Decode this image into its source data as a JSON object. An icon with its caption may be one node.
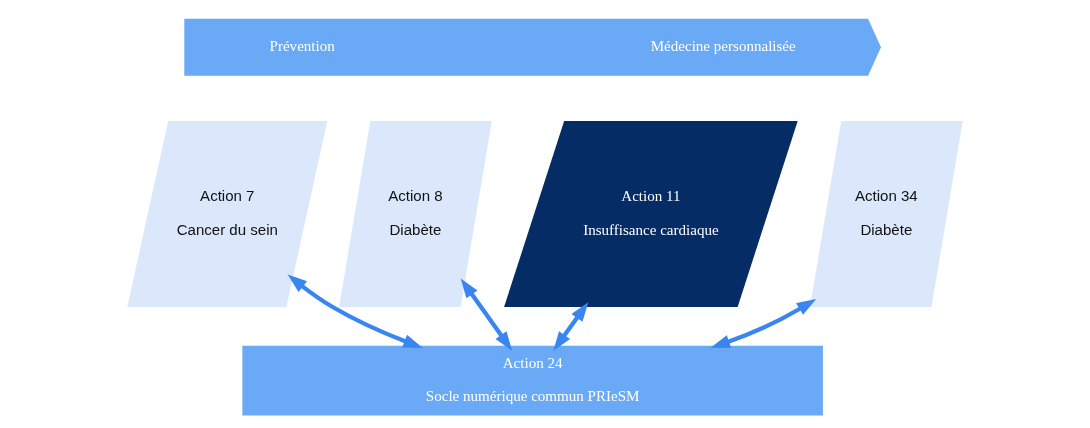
{
  "diagram": {
    "nodes": [
      {
        "text": [
          "Prévention",
          "Médecine personnalisée"
        ]
      },
      {
        "text": [
          "Action 7",
          "Cancer du sein"
        ]
      },
      {
        "text": [
          "Action 8",
          "Diabète"
        ]
      },
      {
        "text": [
          "Action 11",
          "Insuffisance cardiaque"
        ]
      },
      {
        "text": [
          "Action 34",
          "Diabète"
        ]
      },
      {
        "text": [
          "Action 24",
          "Socle numérique commun PRIeSM"
        ]
      }
    ],
    "edges": [
      {
        "from": 1,
        "to": 5,
        "arrow": "both"
      },
      {
        "from": 2,
        "to": 5,
        "arrow": "both"
      },
      {
        "from": 3,
        "to": 5,
        "arrow": "both"
      },
      {
        "from": 4,
        "to": 5,
        "arrow": "both"
      }
    ]
  }
}
